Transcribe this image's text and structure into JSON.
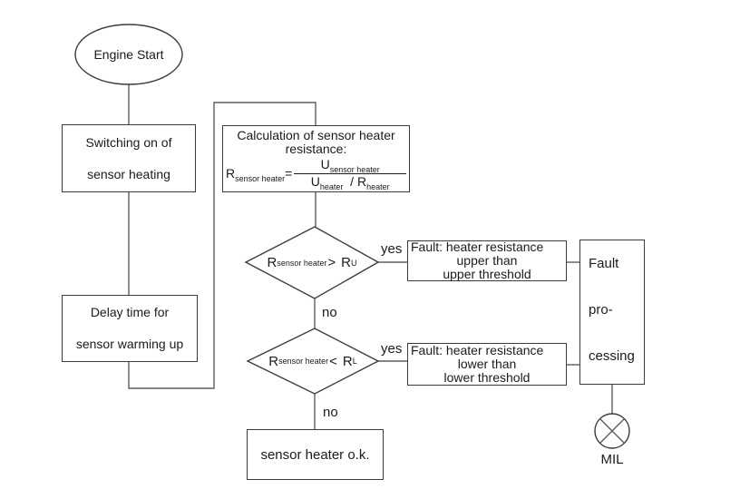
{
  "colors": {
    "border": "#3c3c3c",
    "line": "#5e5e5e",
    "text": "#1b1b1b",
    "bg": "#ffffff"
  },
  "nodes": {
    "start": {
      "label": "Engine Start"
    },
    "switching": {
      "lines": [
        "Switching on of",
        "sensor heating"
      ]
    },
    "delay": {
      "lines": [
        "Delay time for",
        "sensor warming up"
      ]
    },
    "calc": {
      "title": [
        "Calculation of sensor heater",
        "resistance:"
      ],
      "formula": {
        "lhs_base": "R",
        "lhs_sub": "sensor heater",
        "equals": "=",
        "num_base": "U",
        "num_sub": "sensor heater",
        "den_u_base": "U",
        "den_u_sub": "heater",
        "den_slash": "/",
        "den_r_base": "R",
        "den_r_sub": "heater"
      }
    },
    "decision_upper": {
      "lhs_base": "R",
      "lhs_sub": "sensor heater",
      "operator": ">",
      "rhs_base": "R",
      "rhs_sub": "U"
    },
    "decision_lower": {
      "lhs_base": "R",
      "lhs_sub": "sensor heater",
      "operator": "<",
      "rhs_base": "R",
      "rhs_sub": "L"
    },
    "fault_upper": {
      "lines": [
        "Fault: heater resistance",
        "upper than",
        "upper threshold"
      ]
    },
    "fault_lower": {
      "lines": [
        "Fault: heater resistance",
        "lower than",
        "lower threshold"
      ]
    },
    "fault_processing": {
      "lines": [
        "Fault",
        "pro-",
        "cessing"
      ]
    },
    "ok": {
      "label": "sensor heater o.k."
    },
    "mil": {
      "label": "MIL"
    }
  },
  "edge_labels": {
    "yes_upper": "yes",
    "no_upper": "no",
    "yes_lower": "yes",
    "no_lower": "no"
  }
}
